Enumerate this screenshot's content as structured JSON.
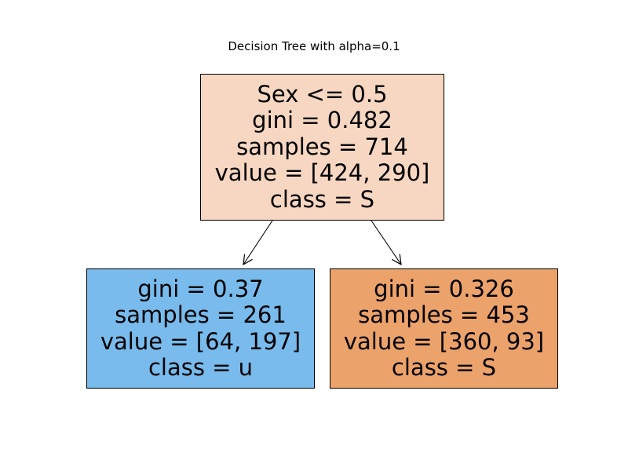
{
  "title": "Decision Tree with alpha=0.1",
  "colors": {
    "root_fill": "#f7d7c1",
    "left_fill": "#78bbec",
    "right_fill": "#eca26b",
    "edge": "#000000"
  },
  "tree": {
    "root": {
      "lines": [
        "Sex <= 0.5",
        "gini = 0.482",
        "samples = 714",
        "value = [424, 290]",
        "class = S"
      ]
    },
    "left": {
      "lines": [
        "gini = 0.37",
        "samples = 261",
        "value = [64, 197]",
        "class = u"
      ]
    },
    "right": {
      "lines": [
        "gini = 0.326",
        "samples = 453",
        "value = [360, 93]",
        "class = S"
      ]
    }
  }
}
